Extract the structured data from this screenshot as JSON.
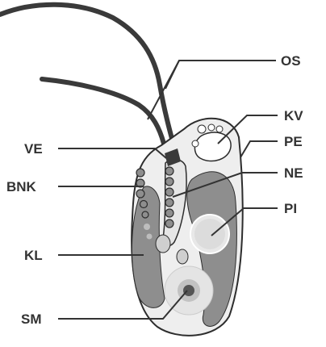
{
  "diagram": {
    "labels": {
      "OS": "OS",
      "KV": "KV",
      "PE": "PE",
      "NE": "NE",
      "PI": "PI",
      "VE": "VE",
      "BNK": "BNK",
      "KL": "KL",
      "SM": "SM"
    },
    "colors": {
      "outline": "#2d2d2d",
      "cell_fill": "#eeeeee",
      "lobe_dark": "#8e8e8e",
      "lobe_mid": "#bdbdbd",
      "label_text": "#333333",
      "leader_line": "#333333",
      "flagella": "#3a3a3a"
    }
  }
}
